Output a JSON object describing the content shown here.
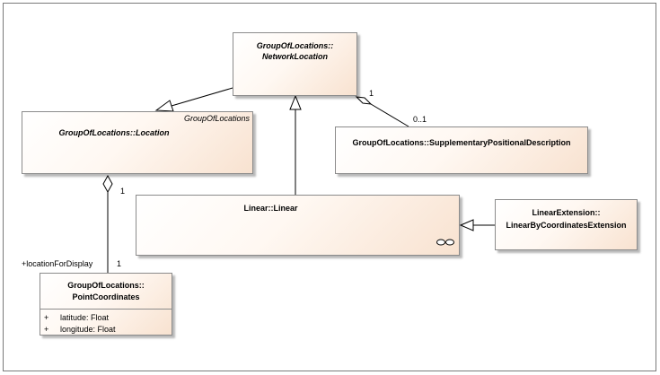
{
  "classes": {
    "network_location": {
      "name_line1": "GroupOfLocations::",
      "name_line2": "NetworkLocation"
    },
    "location": {
      "stereotype": "GroupOfLocations",
      "name": "GroupOfLocations::Location"
    },
    "supplementary": {
      "name": "GroupOfLocations::SupplementaryPositionalDescription"
    },
    "linear": {
      "name": "Linear::Linear"
    },
    "linear_extension": {
      "name_line1": "LinearExtension::",
      "name_line2": "LinearByCoordinatesExtension"
    },
    "point_coordinates": {
      "name_line1": "GroupOfLocations::",
      "name_line2": "PointCoordinates",
      "attributes": [
        {
          "visibility": "+",
          "text": "latitude: Float"
        },
        {
          "visibility": "+",
          "text": "longitude: Float"
        }
      ]
    }
  },
  "labels": {
    "netloc_supp_source_mult": "1",
    "netloc_supp_target_mult": "0..1",
    "location_point_source_mult": "1",
    "location_point_role": "+locationForDisplay",
    "location_point_target_mult": "1"
  }
}
